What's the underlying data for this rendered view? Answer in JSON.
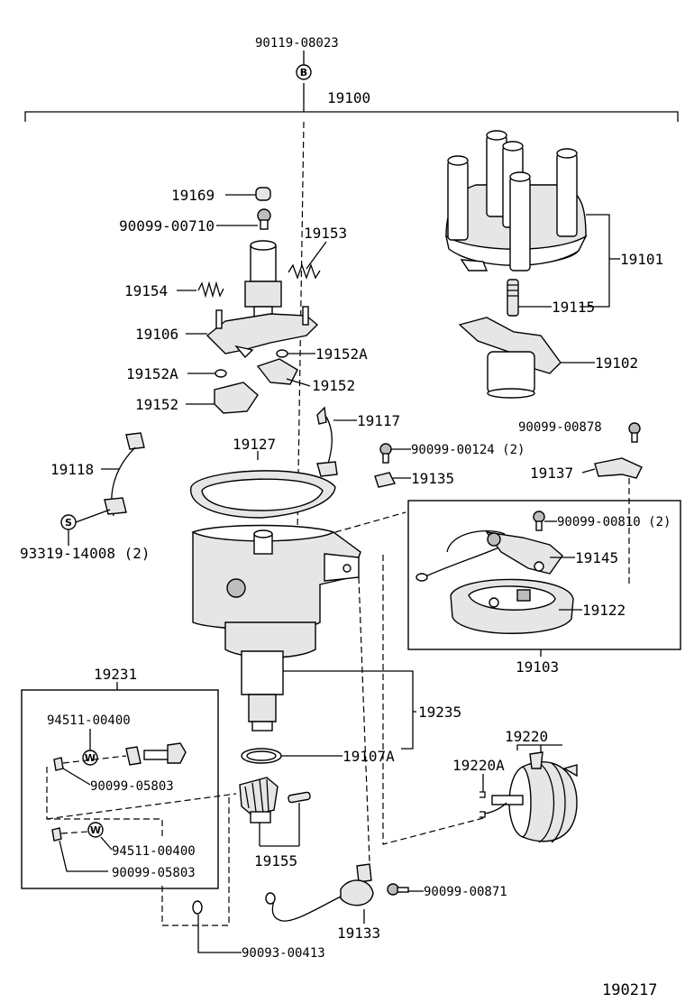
{
  "diagram": {
    "labels": {
      "p90119_08023": "90119-08023",
      "p19100": "19100",
      "p19169": "19169",
      "p90099_00710": "90099-00710",
      "p19153": "19153",
      "p19154": "19154",
      "p19106": "19106",
      "p19152A_r": "19152A",
      "p19152A_l": "19152A",
      "p19152_r": "19152",
      "p19152_l": "19152",
      "p19117": "19117",
      "p19101": "19101",
      "p19115": "19115",
      "p19102": "19102",
      "p90099_00878": "90099-00878",
      "p19127": "19127",
      "p90099_00124": "90099-00124 (2)",
      "p19137": "19137",
      "p19118": "19118",
      "p19135": "19135",
      "p90099_00810": "90099-00810 (2)",
      "p93319_14008": "93319-14008 (2)",
      "p19145": "19145",
      "p19122": "19122",
      "p19103": "19103",
      "p19231": "19231",
      "p19235": "19235",
      "p94511_00400_a": "94511-00400",
      "p19220": "19220",
      "p19107A": "19107A",
      "p19220A": "19220A",
      "p90099_05803_a": "90099-05803",
      "p94511_00400_b": "94511-00400",
      "p90099_05803_b": "90099-05803",
      "p19155": "19155",
      "p90099_00871": "90099-00871",
      "p19133": "19133",
      "p90093_00413": "90093-00413",
      "p190217": "190217"
    },
    "symbols": {
      "bolt_b": "B",
      "screw_s": "S",
      "washer_w1": "W",
      "washer_w2": "W"
    }
  }
}
